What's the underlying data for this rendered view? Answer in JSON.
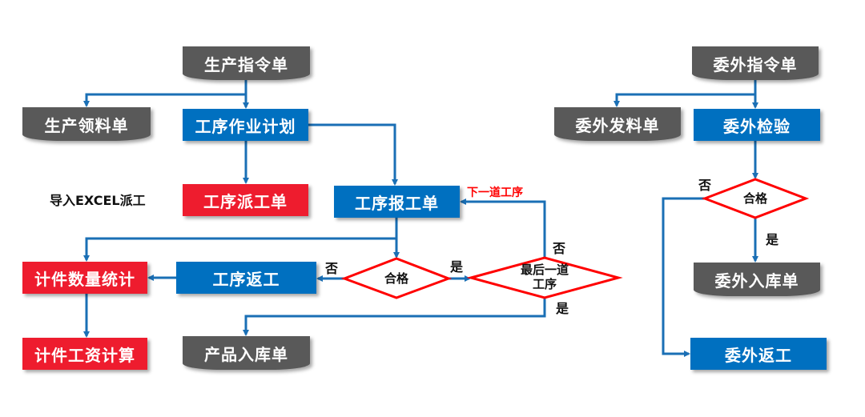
{
  "left": {
    "production_order": "生产指令单",
    "material_requisition": "生产领料单",
    "process_plan": "工序作业计划",
    "import_excel": "导入EXCEL派工",
    "dispatch_order": "工序派工单",
    "process_report": "工序报工单",
    "next_process": "下一道工序",
    "qualified": "合格",
    "last_process": "最后一道工序",
    "rework": "工序返工",
    "piece_count": "计件数量统计",
    "piece_wage": "计件工资计算",
    "product_storage": "产品入库单",
    "no_label_1": "否",
    "yes_label_1": "是",
    "no_label_2": "否",
    "yes_label_2": "是"
  },
  "right": {
    "outsource_order": "委外指令单",
    "outsource_material": "委外发料单",
    "outsource_inspection": "委外检验",
    "qualified": "合格",
    "no_label": "否",
    "yes_label": "是",
    "outsource_storage": "委外入库单",
    "outsource_rework": "委外返工"
  },
  "colors": {
    "gray": "#595959",
    "blue": "#0070c0",
    "red": "#ee1c2e",
    "line": "#1a6fb5",
    "diamond": "#ff0000"
  }
}
